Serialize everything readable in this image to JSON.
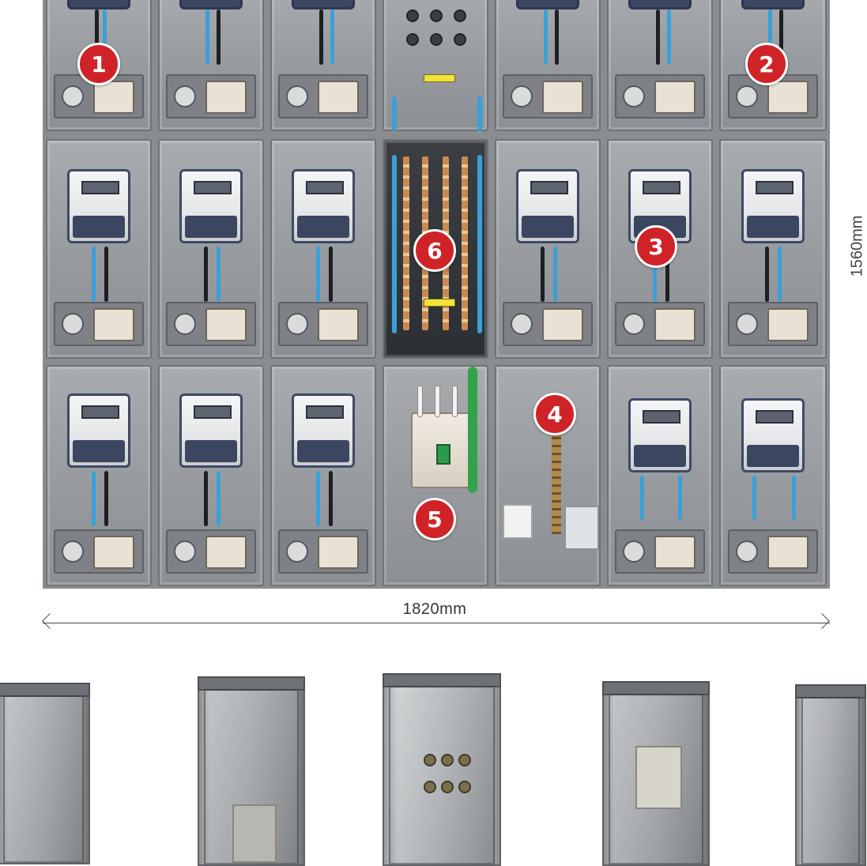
{
  "dimensions": {
    "width_label": "1820mm",
    "height_label": "1560mm"
  },
  "callouts": [
    "1",
    "2",
    "3",
    "4",
    "5",
    "6"
  ],
  "colors": {
    "badge": "#cf2327",
    "wire_blue": "#3aa0d8",
    "wire_green": "#33a24a",
    "enclosure_grey": "#a9acaf"
  },
  "icons": {
    "dimension_arrow": "double-headed-arrow"
  }
}
